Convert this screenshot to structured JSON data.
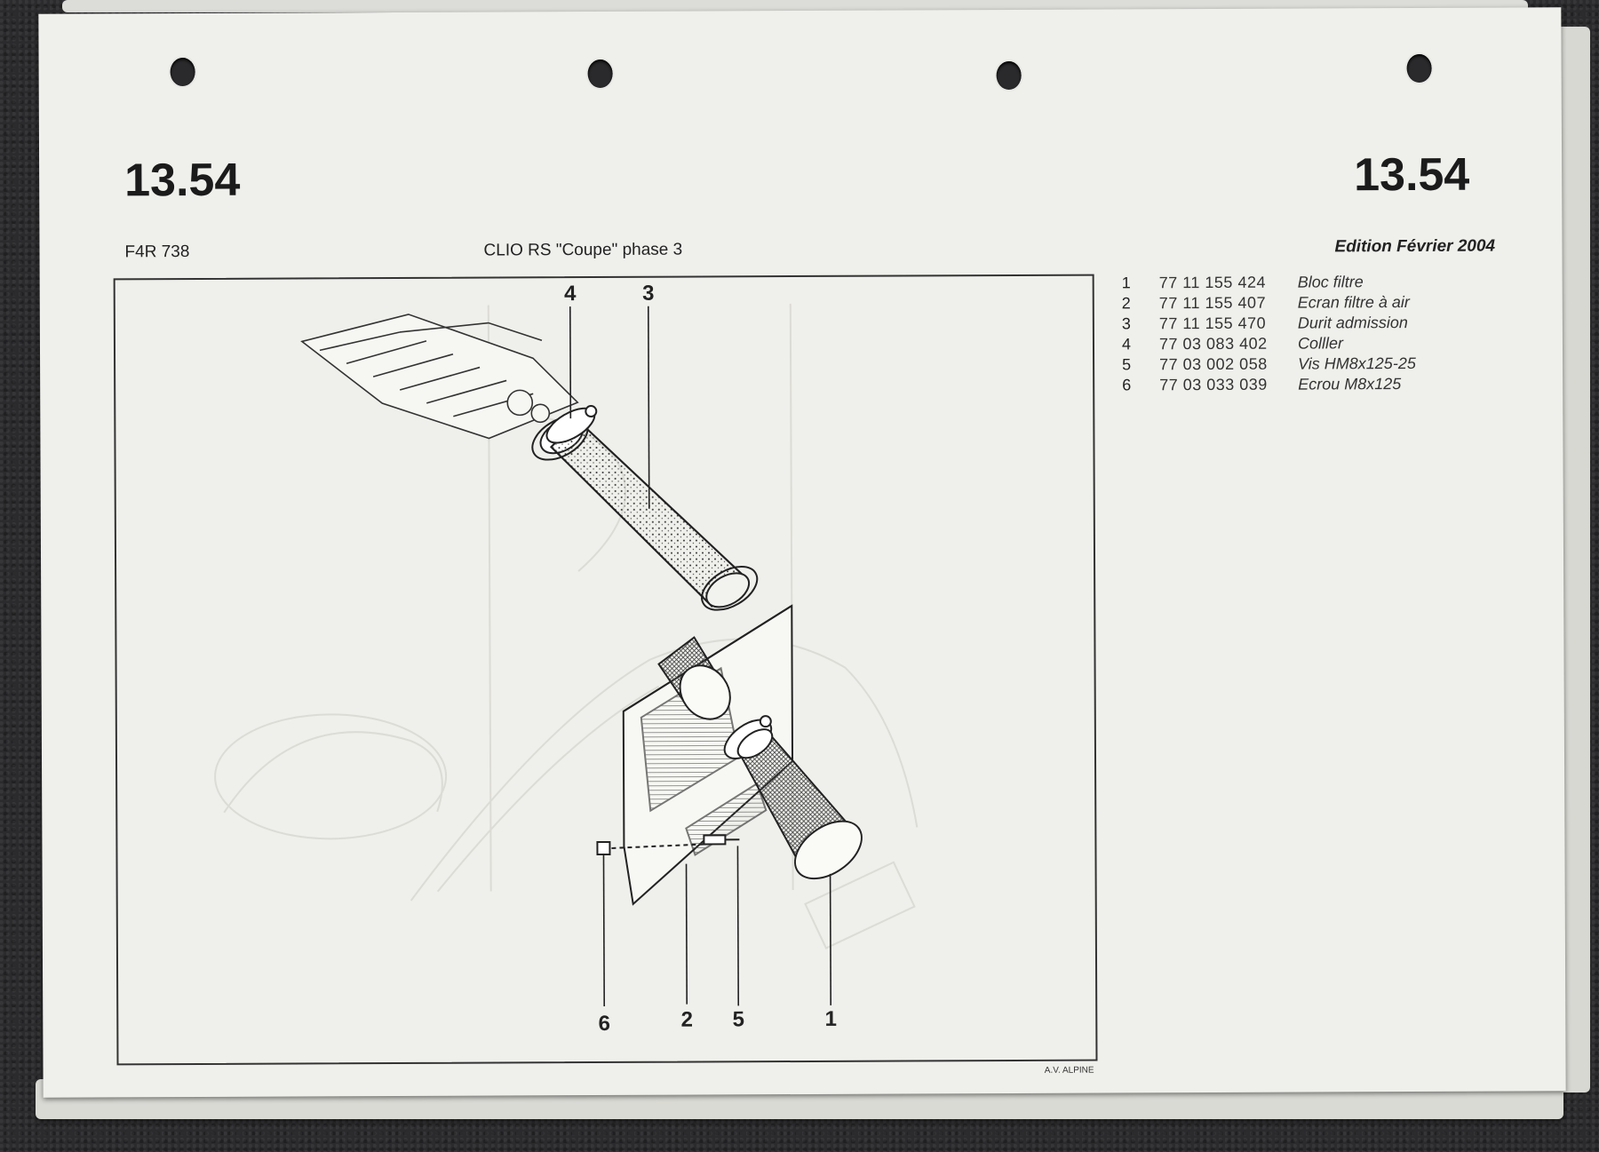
{
  "header": {
    "ref_left": "13.54",
    "ref_right": "13.54",
    "engine_code": "F4R 738",
    "model": "CLIO RS \"Coupe\" phase 3",
    "edition": "Edition Février 2004"
  },
  "diagram": {
    "callouts": {
      "c1": "1",
      "c2": "2",
      "c3": "3",
      "c4": "4",
      "c5": "5",
      "c6": "6"
    },
    "credit": "A.V. ALPINE"
  },
  "parts": [
    {
      "index": "1",
      "ref": "77 11 155 424",
      "description": "Bloc filtre"
    },
    {
      "index": "2",
      "ref": "77 11 155 407",
      "description": "Ecran filtre à air"
    },
    {
      "index": "3",
      "ref": "77 11 155 470",
      "description": "Durit admission"
    },
    {
      "index": "4",
      "ref": "77 03 083 402",
      "description": "Colller"
    },
    {
      "index": "5",
      "ref": "77 03 002 058",
      "description": "Vis HM8x125-25"
    },
    {
      "index": "6",
      "ref": "77 03 033 039",
      "description": "Ecrou M8x125"
    }
  ]
}
